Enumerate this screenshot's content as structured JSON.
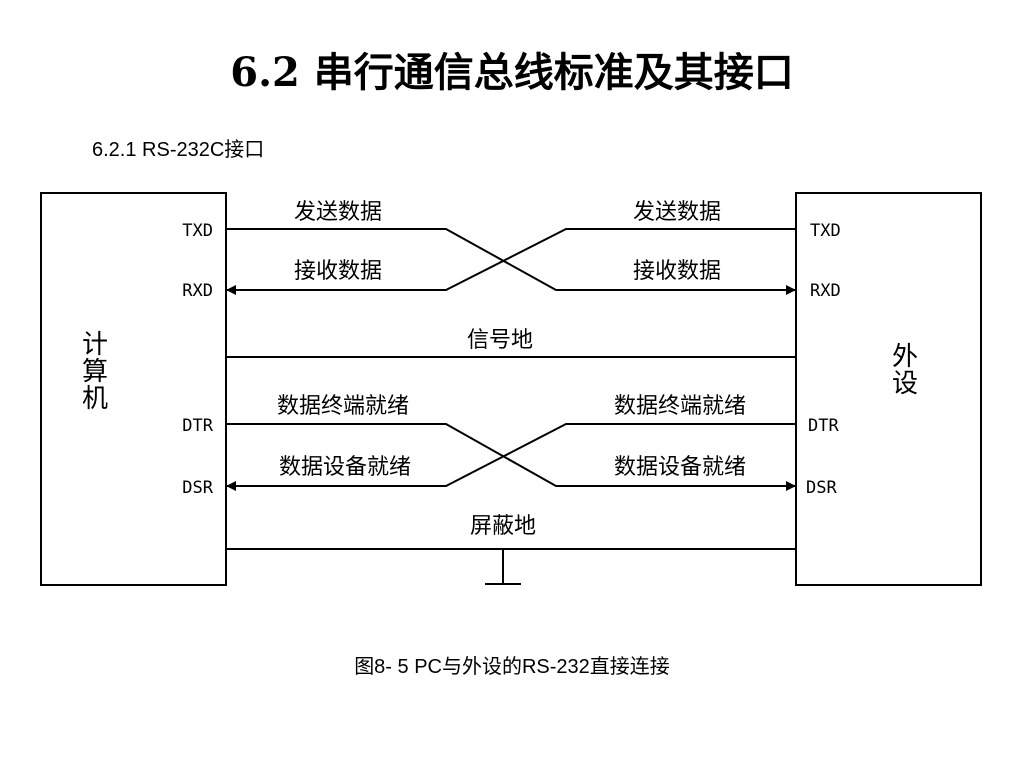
{
  "slide": {
    "title": "6.2  串行通信总线标准及其接口",
    "subtitle": "6.2.1  RS-232C接口",
    "caption": "图8- 5  PC与外设的RS-232直接连接"
  },
  "diagram": {
    "left_device": {
      "chars": [
        "计",
        "算",
        "机"
      ]
    },
    "right_device": {
      "chars": [
        "外",
        "设"
      ]
    },
    "pins_left": {
      "txd": "TXD",
      "rxd": "RXD",
      "dtr": "DTR",
      "dsr": "DSR"
    },
    "pins_right": {
      "txd": "TXD",
      "rxd": "RXD",
      "dtr": "DTR",
      "dsr": "DSR"
    },
    "labels": {
      "send_left": "发送数据",
      "send_right": "发送数据",
      "recv_left": "接收数据",
      "recv_right": "接收数据",
      "signal_ground": "信号地",
      "dtr_left": "数据终端就绪",
      "dtr_right": "数据终端就绪",
      "dsr_left": "数据设备就绪",
      "dsr_right": "数据设备就绪",
      "shield_ground": "屏蔽地"
    }
  }
}
